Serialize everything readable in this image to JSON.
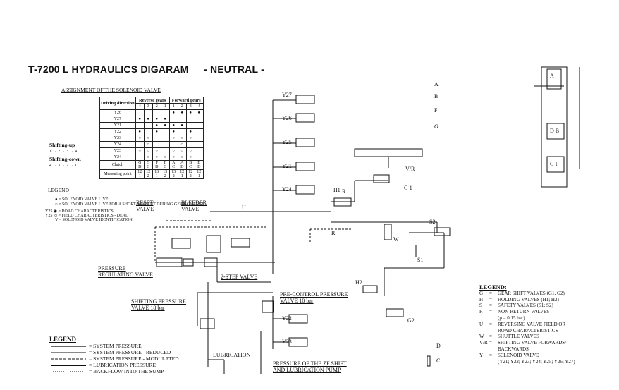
{
  "title": "T-7200 L HYDRAULICS DIGARAM",
  "subtitle": "- NEUTRAL -",
  "assignment": {
    "heading": "ASSIGNMENT OF THE SOLENOID VALVE",
    "driving_direction": "Driving direction",
    "reverse": "Reverse gears",
    "forward": "Forward gears",
    "gear_numbers": [
      "4",
      "3",
      "2",
      "1",
      "1",
      "2",
      "3",
      "4"
    ],
    "rows": [
      "Y26",
      "Y27",
      "Y21",
      "Y22",
      "Y23",
      "Y24",
      "Y23",
      "Y24"
    ],
    "clutch": "Clutch",
    "measuring": "Measuring point",
    "clutch_top": [
      "G",
      "G",
      "F",
      "F",
      "A",
      "A",
      "B",
      "B"
    ],
    "clutch_bottom": [
      "D",
      "C",
      "D",
      "C",
      "C",
      "D",
      "C",
      "D"
    ],
    "meas_top": [
      "12",
      "12",
      "13",
      "13",
      "13",
      "12",
      "12",
      "12"
    ],
    "meas_bottom": [
      "1",
      "2",
      "1",
      "2",
      "2",
      "1",
      "2",
      "1"
    ],
    "shift_up": "Shifting-up",
    "shift_up_seq": "1 → 2 → 3 → 4",
    "shift_down": "Shifting-cowr.",
    "shift_down_seq": "4 → 3 → 2 → 1"
  },
  "legend_small": {
    "heading": "LEGEND",
    "items": [
      "= SOLENOID VALVE LIVE",
      "= SOLENOID VALVE LIVE FOR A SHORT MOMENT DURING GEAR CHANGE",
      "= ROAD CHARACTERISTICS",
      "= FIELD CHARACTERISTICS - DEAD",
      "= SOLENOID VALVE IDENTIFICATION"
    ],
    "y25": "Y25",
    "y": "Y"
  },
  "valves": {
    "y27": "Y27",
    "y26": "Y26",
    "y25": "Y25",
    "y21": "Y21",
    "y24": "Y24",
    "y22": "Y22",
    "y23": "Y23",
    "h1": "H1",
    "h2": "H2",
    "r1": "R",
    "r2": "R",
    "g1": "G 1",
    "g2": "G2",
    "s1": "S1",
    "s2": "S2",
    "u": "U",
    "w": "W",
    "vr": "V/R",
    "reset": "RESET VALVE",
    "bleeder": "BLEEDER VALVE",
    "pressure_reg": "PRESSURE REGULATING VALVE",
    "two_step": "2-STEP VALVE",
    "shifting_pressure": "SHIFTING PRESSURE VALVE 18 bar",
    "pre_control": "PRE-CONTROL PRESSURE VALVE 10 bar",
    "lubrication": "LUBRICATION",
    "zf_pump": "PRESSURE OF THE ZF SHIFT AND LUBRICATION PUMP"
  },
  "clutch_letters": [
    "A",
    "B",
    "F",
    "G",
    "D",
    "C"
  ],
  "schematic_letters": [
    "A",
    "D B",
    "G F"
  ],
  "legend_right": {
    "heading": "LEGEND:",
    "items": [
      {
        "k": "G",
        "v": "GEAR SHIFT VALVES (G1, G2)"
      },
      {
        "k": "H",
        "v": "HOLDING VALVES (H1; H2)"
      },
      {
        "k": "S",
        "v": "SAFETY VALVES (S1; S2)"
      },
      {
        "k": "R",
        "v": "NON-RETURN VALVES"
      },
      {
        "k": "",
        "v": "(p = 0,15 bar)"
      },
      {
        "k": "U",
        "v": "REVERSING VALVE FIELD OR"
      },
      {
        "k": "",
        "v": "ROAD CHARACTERISTICS"
      },
      {
        "k": "W",
        "v": "SHUTTLE VALVES"
      },
      {
        "k": "V/R",
        "v": "SHIFTING VALVE FORWARDS/"
      },
      {
        "k": "",
        "v": "BACKWARDS"
      },
      {
        "k": "Y",
        "v": "SCLENOID VALVE"
      },
      {
        "k": "",
        "v": "(Y21; Y22; Y23; Y24; Y25; Y26; Y27)"
      }
    ]
  },
  "legend_bottom": {
    "heading": "LEGEND",
    "items": [
      "SYSTEM PRESSURE",
      "SYSTEM PRESSURE - REDUCED",
      "SYSTEM PRESSURE - MODULATED",
      "LUBRICATION PRESSURE",
      "BACKFLOW INTO THE SUMP"
    ]
  }
}
